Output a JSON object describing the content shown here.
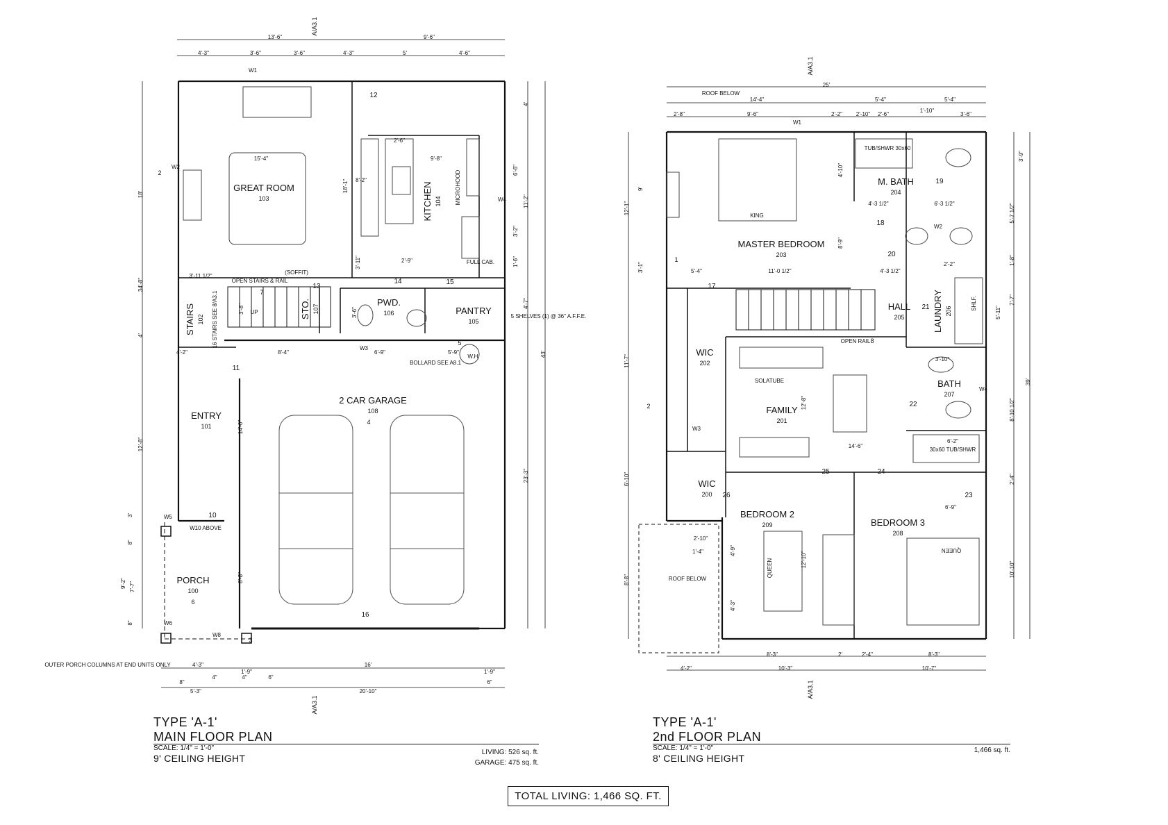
{
  "main_floor": {
    "title": "TYPE 'A-1'",
    "subtitle": "MAIN FLOOR PLAN",
    "scale": "SCALE: 1/4\" = 1'-0\"",
    "ceiling": "9' CEILING HEIGHT",
    "living": "LIVING: 526 sq. ft.",
    "garage": "GARAGE: 475 sq. ft.",
    "rooms": [
      {
        "name": "GREAT ROOM",
        "number": "103"
      },
      {
        "name": "KITCHEN",
        "number": "104"
      },
      {
        "name": "PWD.",
        "number": "106"
      },
      {
        "name": "PANTRY",
        "number": "105"
      },
      {
        "name": "STAIRS",
        "number": "102"
      },
      {
        "name": "STO.",
        "number": "107"
      },
      {
        "name": "ENTRY",
        "number": "101"
      },
      {
        "name": "2 CAR GARAGE",
        "number": "108"
      },
      {
        "name": "PORCH",
        "number": "100"
      }
    ],
    "dimensions_top": [
      "13'-6\"",
      "9'-6\"",
      "4'-3\"",
      "3'-6\"",
      "3'-6\"",
      "4'-3\"",
      "5'",
      "4'-6\""
    ],
    "dimensions_bottom": [
      "4'-3\"",
      "16'",
      "1'-9\"",
      "1'-9\"",
      "8\"",
      "4\"",
      "4\"",
      "6\"",
      "6\"",
      "5'-3\"",
      "20'-10\""
    ],
    "dimensions_left": [
      "18'",
      "4'",
      "12'-8\"",
      "3'",
      "8\"",
      "9'-2\"",
      "7'-7\"",
      "8\"",
      "34'-8\""
    ],
    "dimensions_right": [
      "4'",
      "6'-6\"",
      "11'-2\"",
      "3'-2\"",
      "1'-6\"",
      "4'-7\"",
      "23'-3\"",
      "43'"
    ],
    "dimensions_interior": [
      "15'-4\"",
      "9'-8\"",
      "2'-6\"",
      "8'-2\"",
      "18'-1\"",
      "3'-11\"",
      "2'-9\"",
      "3'-11 1/2\"",
      "3'-8\"",
      "3'-6\"",
      "4'-2\"",
      "8'-4\"",
      "6'-9\"",
      "5'-9\"",
      "14'-0\"",
      "8'-8\""
    ],
    "notes": [
      "OPEN STAIRS & RAIL",
      "(SOFFIT)",
      "UP",
      "16 STAIRS SEE 8/A3.1",
      "FULL CAB.",
      "MICROHOOD",
      "5 SHELVES (1) @ 36\" A.F.F.E.",
      "BOLLARD SEE A8.1",
      "W.H.",
      "W10 ABOVE",
      "OUTER PORCH COLUMNS AT END UNITS ONLY"
    ],
    "door_tags": [
      "10",
      "11",
      "12",
      "13",
      "14",
      "15",
      "16"
    ],
    "section_marks": [
      "A/A3.1",
      "A/A3.1"
    ],
    "detail_tags": [
      "2",
      "3",
      "4",
      "5",
      "6",
      "7"
    ],
    "windows": [
      "W1",
      "W2",
      "W3",
      "W4",
      "W5",
      "W6",
      "W8"
    ]
  },
  "second_floor": {
    "title": "TYPE 'A-1'",
    "subtitle": "2nd FLOOR PLAN",
    "scale": "SCALE: 1/4\" = 1'-0\"",
    "ceiling": "8' CEILING HEIGHT",
    "area": "1,466 sq. ft.",
    "rooms": [
      {
        "name": "MASTER BEDROOM",
        "number": "203"
      },
      {
        "name": "M. BATH",
        "number": "204"
      },
      {
        "name": "HALL",
        "number": "205"
      },
      {
        "name": "LAUNDRY",
        "number": "206"
      },
      {
        "name": "WIC",
        "number": "202"
      },
      {
        "name": "FAMILY",
        "number": "201"
      },
      {
        "name": "BATH",
        "number": "207"
      },
      {
        "name": "WIC",
        "number": "200"
      },
      {
        "name": "BEDROOM 2",
        "number": "209"
      },
      {
        "name": "BEDROOM 3",
        "number": "208"
      }
    ],
    "dimensions_top": [
      "25'",
      "14'-4\"",
      "5'-4\"",
      "5'-4\"",
      "2'-8\"",
      "9'-6\"",
      "2'-2\"",
      "2'-10\"",
      "2'-6\"",
      "1'-10\"",
      "3'-6\""
    ],
    "dimensions_bottom": [
      "8'-3\"",
      "2'",
      "2'-4\"",
      "8'-3\"",
      "4'-2\"",
      "10'-3\"",
      "10'-7\""
    ],
    "dimensions_left": [
      "9'",
      "12'-1\"",
      "3'-1\"",
      "11'-7\"",
      "6'-10\"",
      "8'-8\""
    ],
    "dimensions_right": [
      "3'-9\"",
      "5'-7 1/2\"",
      "1'-8\"",
      "7'-7\"",
      "5'-11\"",
      "8'-10 1/2\"",
      "2'-4\"",
      "10'-10\"",
      "39'"
    ],
    "dimensions_interior": [
      "4'-10\"",
      "11'-0 1/2\"",
      "5'-4\"",
      "8'-9\"",
      "4'-3 1/2\"",
      "4'-3 1/2\"",
      "6'-3 1/2\"",
      "2'-2\"",
      "3'-10\"",
      "14'-6\"",
      "12'-8\"",
      "6'-2\"",
      "6'-9\"",
      "2'-10\"",
      "1'-4\"",
      "4'-9\"",
      "4'-3\"",
      "12'-10\""
    ],
    "notes": [
      "ROOF BELOW",
      "ROOF BELOW",
      "TUB/SHWR 30x60",
      "30x60 TUB/SHWR",
      "KING",
      "QUEEN",
      "QUEEN",
      "SOLATUBE",
      "OPEN RAIL",
      "SHLF."
    ],
    "door_tags": [
      "17",
      "18",
      "19",
      "20",
      "21",
      "22",
      "23",
      "24",
      "25",
      "26"
    ],
    "section_marks": [
      "A/A3.1",
      "A/A3.1"
    ],
    "detail_tags": [
      "1",
      "2",
      "8"
    ],
    "windows": [
      "W1",
      "W2",
      "W3",
      "W4"
    ]
  },
  "total_living": "TOTAL LIVING: 1,466 SQ. FT."
}
